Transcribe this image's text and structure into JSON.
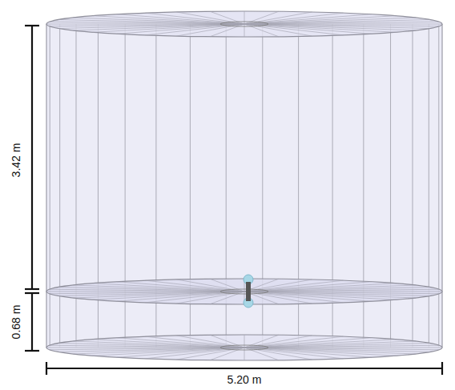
{
  "diagram": {
    "labels": [
      "3.42 m",
      "0.68 m",
      "5.20 m"
    ]
  }
}
